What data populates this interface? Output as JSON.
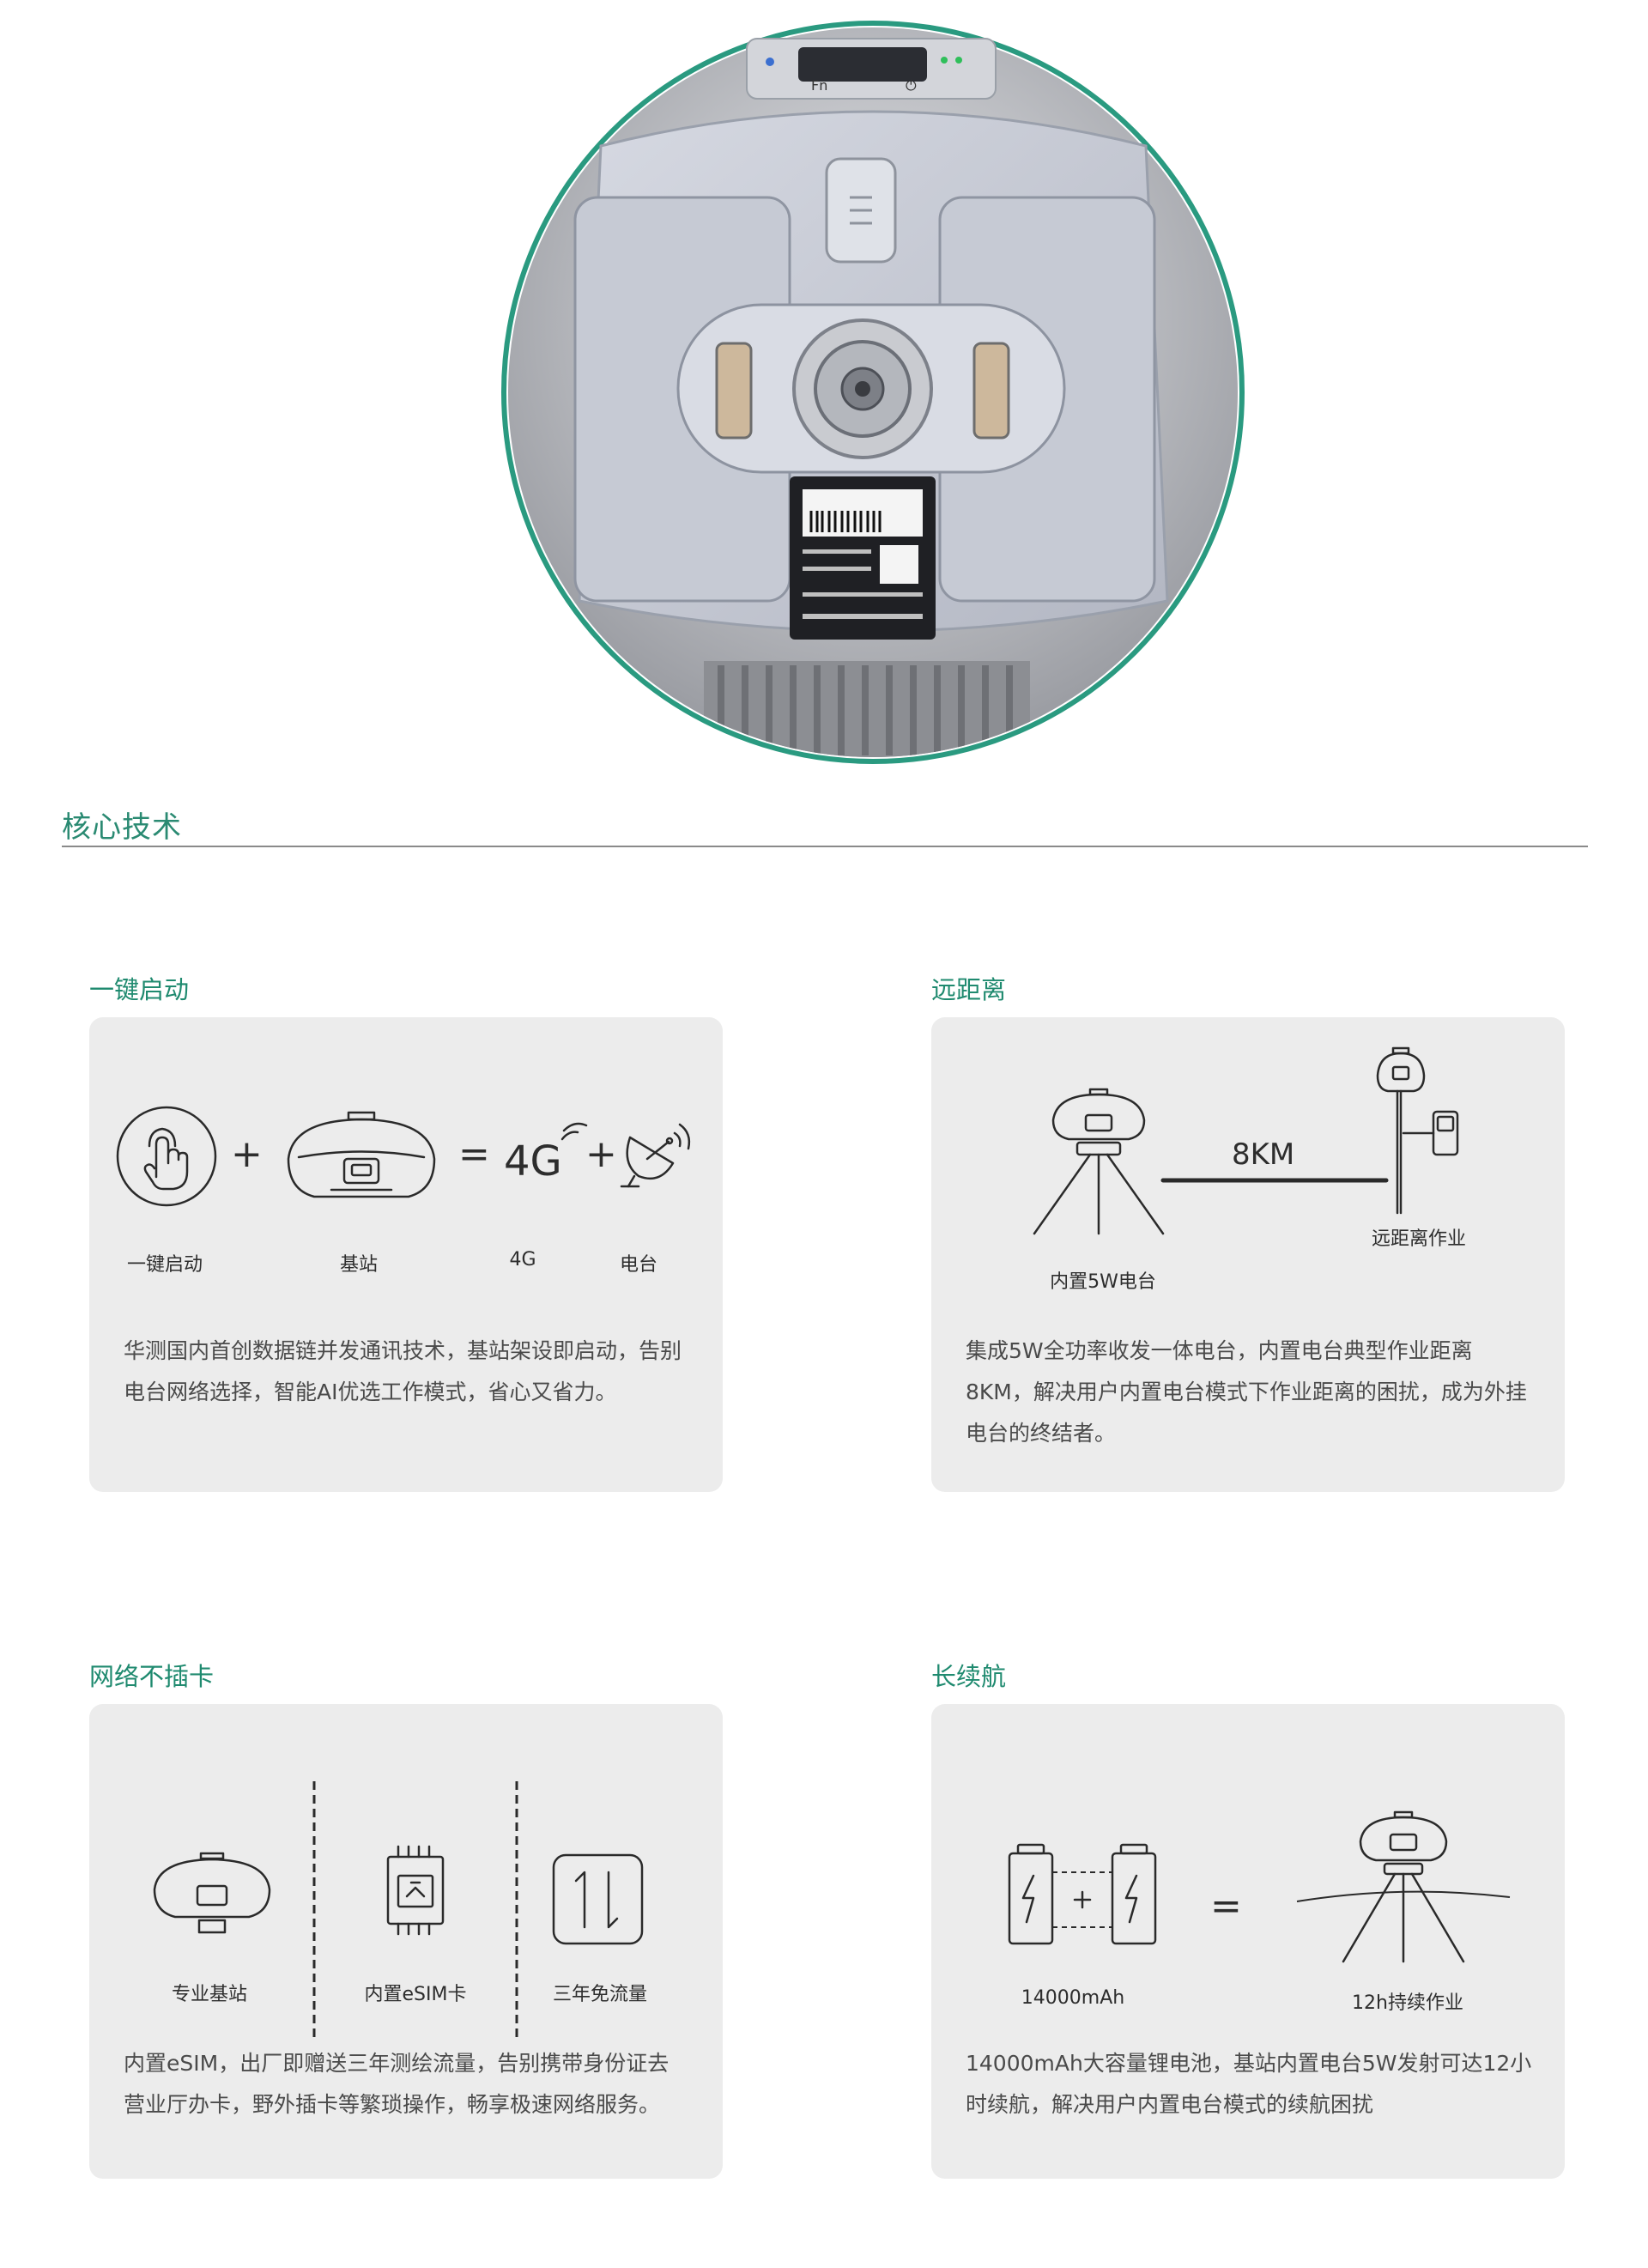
{
  "section": {
    "title": "核心技术"
  },
  "features": [
    {
      "title": "一键启动",
      "labels": [
        "一键启动",
        "基站",
        "4G",
        "电台"
      ],
      "big_text": "4G",
      "desc": "华测国内首创数据链并发通讯技术，基站架设即启动，告别电台网络选择，智能AI优选工作模式，省心又省力。"
    },
    {
      "title": "远距离",
      "distance": "8KM",
      "labels": [
        "远距离作业",
        "内置5W电台"
      ],
      "desc": "集成5W全功率收发一体电台，内置电台典型作业距离8KM，解决用户内置电台模式下作业距离的困扰，成为外挂电台的终结者。"
    },
    {
      "title": "网络不插卡",
      "labels": [
        "专业基站",
        "内置eSIM卡",
        "三年免流量"
      ],
      "desc": "内置eSIM，出厂即赠送三年测绘流量，告别携带身份证去营业厅办卡，野外插卡等繁琐操作，畅享极速网络服务。"
    },
    {
      "title": "长续航",
      "labels": [
        "14000mAh",
        "12h持续作业"
      ],
      "desc": "14000mAh大容量锂电池，基站内置电台5W发射可达12小时续航，解决用户内置电台模式的续航困扰"
    }
  ],
  "device": {
    "button_labels": [
      "Fn",
      "⏻"
    ]
  },
  "colors": {
    "accent": "#1f8a6f",
    "card_bg": "#ececec",
    "rim": "#2a9a80"
  }
}
